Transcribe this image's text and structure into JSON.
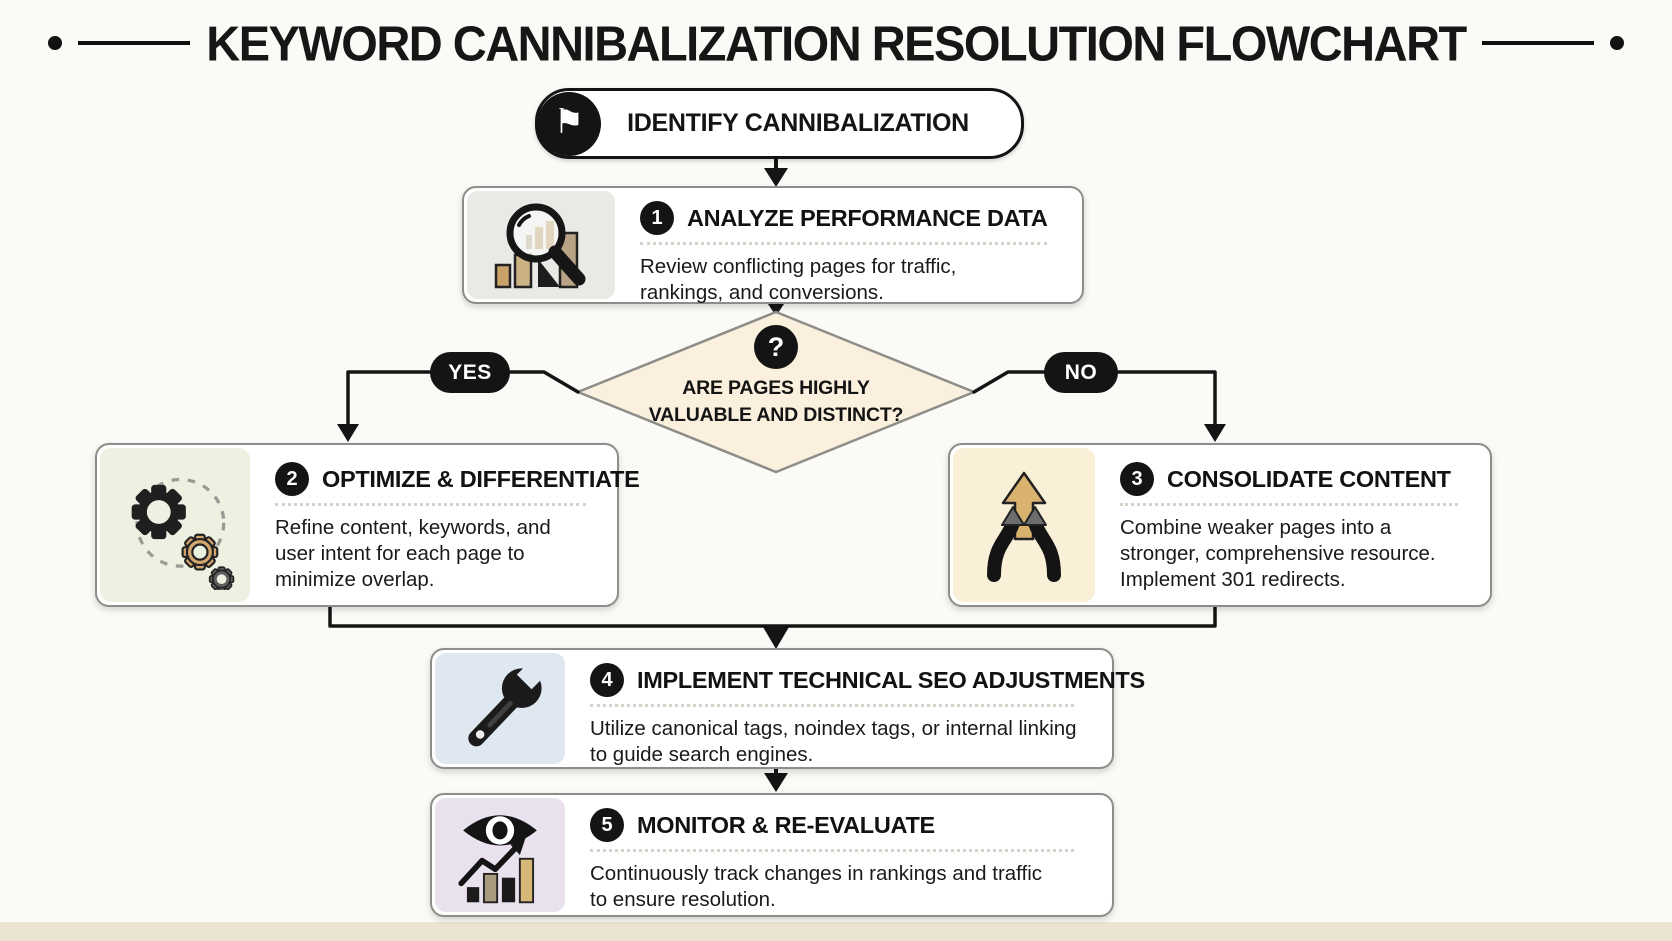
{
  "page": {
    "title": "KEYWORD CANNIBALIZATION RESOLUTION FLOWCHART"
  },
  "start": {
    "label": "IDENTIFY CANNIBALIZATION",
    "icon": "flag-icon",
    "flag_glyph": "⚑"
  },
  "decision": {
    "icon": "question-mark-icon",
    "glyph": "?",
    "question_line1": "ARE PAGES HIGHLY",
    "question_line2": "VALUABLE AND DISTINCT?",
    "yes_label": "YES",
    "no_label": "NO",
    "fill_color": "#faf0dd"
  },
  "steps": [
    {
      "number": "1",
      "title": "ANALYZE PERFORMANCE DATA",
      "description": "Review conflicting pages for traffic, rankings, and conversions.",
      "icon": "magnifier-bar-chart-icon",
      "panel_color": "#e9e9e6"
    },
    {
      "number": "2",
      "title": "OPTIMIZE & DIFFERENTIATE",
      "description": "Refine content, keywords, and user intent for each page to minimize overlap.",
      "icon": "gears-icon",
      "panel_color": "#edf1e1"
    },
    {
      "number": "3",
      "title": "CONSOLIDATE CONTENT",
      "description": "Combine weaker pages into a stronger, comprehensive resource. Implement 301 redirects.",
      "icon": "merge-arrows-icon",
      "panel_color": "#faf0d8"
    },
    {
      "number": "4",
      "title": "IMPLEMENT TECHNICAL SEO ADJUSTMENTS",
      "description": "Utilize canonical tags, noindex tags, or internal linking to guide search engines.",
      "icon": "wrench-icon",
      "panel_color": "#dfe8f1"
    },
    {
      "number": "5",
      "title": "MONITOR & RE-EVALUATE",
      "description": "Continuously track changes in rankings and traffic to ensure resolution.",
      "icon": "eye-chart-icon",
      "panel_color": "#e9e1ee"
    }
  ],
  "colors": {
    "background": "#fbfaf7",
    "ink": "#141414",
    "box_border": "#8d8d8a",
    "diamond_fill": "#faf0dd",
    "footer_strip": "#ece4d2",
    "tan_accent": "#d2ab71"
  }
}
